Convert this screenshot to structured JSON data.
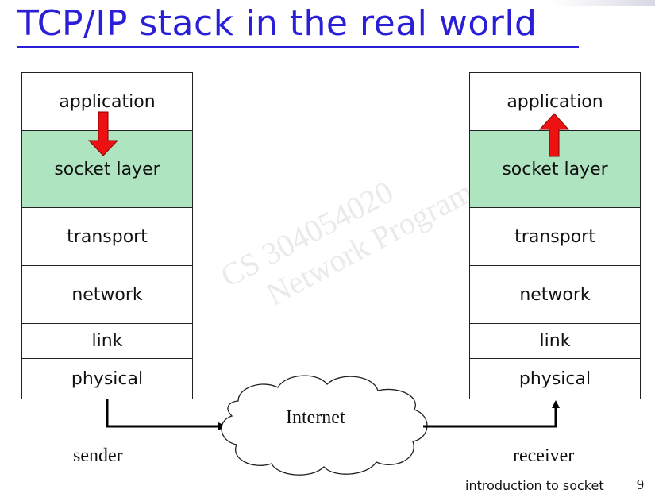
{
  "slide": {
    "title": "TCP/IP stack in the real world",
    "footer": "introduction to socket",
    "page_number": "9",
    "watermark_line1": "CS 304054020",
    "watermark_line2": "Network Programming"
  },
  "sender": {
    "caption": "sender",
    "layers": [
      "application",
      "socket layer",
      "transport",
      "network",
      "link",
      "physical"
    ]
  },
  "receiver": {
    "caption": "receiver",
    "layers": [
      "application",
      "socket layer",
      "transport",
      "network",
      "link",
      "physical"
    ]
  },
  "network": {
    "cloud_label": "Internet"
  },
  "colors": {
    "title": "#2a1fd6",
    "socket_layer_fill": "#aee4bf",
    "arrow_red": "#ee1111"
  }
}
